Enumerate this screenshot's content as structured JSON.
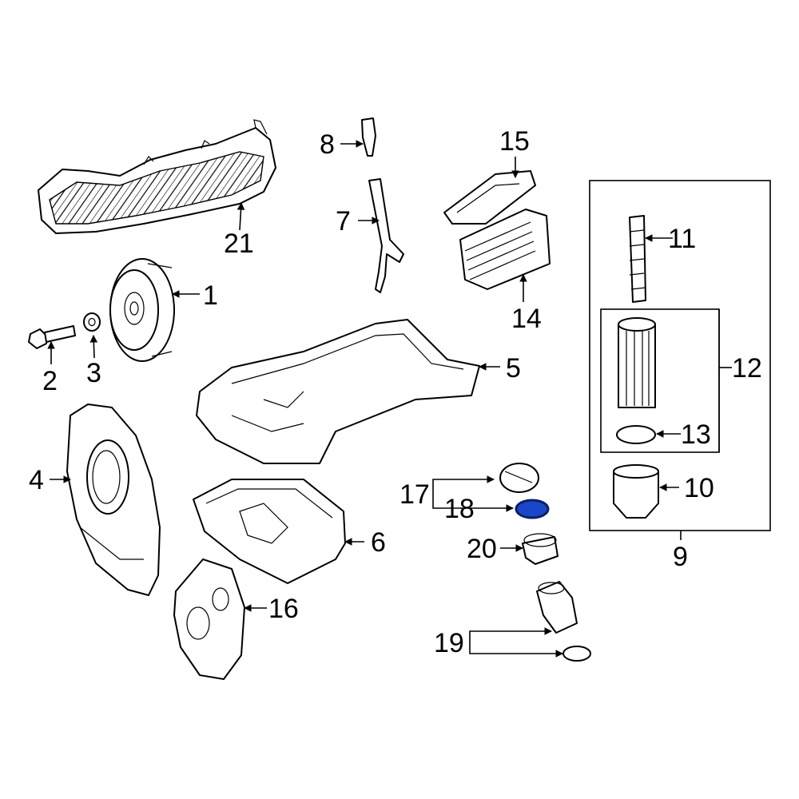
{
  "callouts": {
    "c1": "1",
    "c2": "2",
    "c3": "3",
    "c4": "4",
    "c5": "5",
    "c6": "6",
    "c7": "7",
    "c8": "8",
    "c9": "9",
    "c10": "10",
    "c11": "11",
    "c12": "12",
    "c13": "13",
    "c14": "14",
    "c15": "15",
    "c16": "16",
    "c17": "17",
    "c18": "18",
    "c19": "19",
    "c20": "20",
    "c21": "21"
  },
  "colors": {
    "line": "#000000",
    "highlight_fill": "#1a47c8",
    "highlight_stroke": "#0a1f66"
  },
  "highlighted_part": "18"
}
